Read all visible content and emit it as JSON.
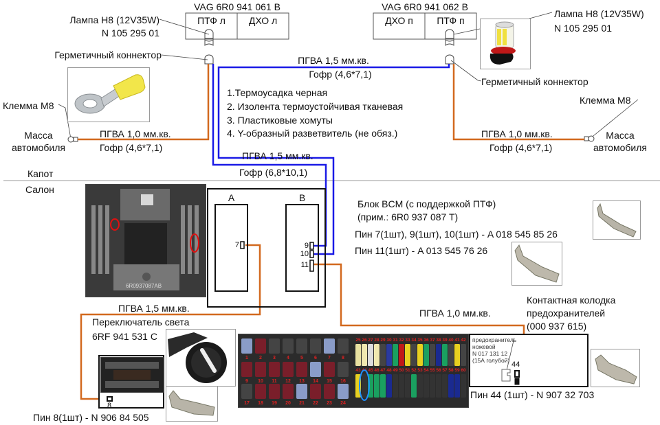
{
  "colors": {
    "wire_power": "#d2691e",
    "wire_signal": "#1a1ae6",
    "divider": "#999999",
    "highlight_red": "#e01010",
    "highlight_blue": "#1e90ff"
  },
  "left_headlight": {
    "part_number": "VAG 6R0 941 061 B",
    "cell_fog": "ПТФ л",
    "cell_drl": "ДХО л",
    "lamp_label": "Лампа H8 (12V35W)",
    "lamp_part": "N 105 295 01",
    "connector_label": "Герметичный коннектор",
    "terminal_label": "Клемма M8",
    "ground_label_1": "Масса",
    "ground_label_2": "автомобиля",
    "ground_wire": "ПГВА 1,0 мм.кв.",
    "ground_conduit": "Гофр (4,6*7,1)"
  },
  "right_headlight": {
    "part_number": "VAG 6R0 941 062 B",
    "cell_drl": "ДХО п",
    "cell_fog": "ПТФ п",
    "lamp_label": "Лампа H8 (12V35W)",
    "lamp_part": "N 105 295 01",
    "connector_label": "Герметичный коннектор",
    "terminal_label": "Клемма M8",
    "ground_label_1": "Масса",
    "ground_label_2": "автомобиля",
    "ground_wire": "ПГВА 1,0 мм.кв.",
    "ground_conduit": "Гофр (4,6*7,1)"
  },
  "cross_wire": {
    "wire": "ПГВА 1,5 мм.кв.",
    "conduit": "Гофр (4,6*7,1)"
  },
  "materials": [
    "1.Термоусадка черная",
    "2. Изолента термоустойчивая тканевая",
    "3. Пластиковые хомуты",
    "4. Y-образный разветвитель (не обяз.)"
  ],
  "trunk_wire": {
    "wire": "ПГВА 1,5 мм.кв.",
    "conduit": "Гофр (6,8*10,1)"
  },
  "zones": {
    "hood": "Капот",
    "cabin": "Салон"
  },
  "bcm": {
    "title": "Блок BCM (с поддержкой ПТФ)",
    "note": "(прим.: 6R0 937 087 T)",
    "pins_a": "Пин 7(1шт), 9(1шт), 10(1шт) - A 018 545 85 26",
    "pins_b": "Пин 11(1шт) - A 013 545 76 26",
    "connector_a": "A",
    "connector_b": "B",
    "pin_7": "7",
    "pin_9": "9",
    "pin_10": "10",
    "pin_11": "11",
    "photo_label": "6R0937087AB"
  },
  "switch_wire": "ПГВА 1,5 мм.кв.",
  "light_switch": {
    "title": "Переключатель света",
    "part": "6RF 941 531 C",
    "pin": "8",
    "pin_info": "Пин 8(1шт) - N 906 84 505"
  },
  "fuse_wire": "ПГВА 1,0 мм.кв.",
  "fuse_block": {
    "title_1": "Контактная колодка",
    "title_2": "предохранителей",
    "title_3": "(000 937 615)",
    "fuse_note_1": "предохранитель",
    "fuse_note_2": "ножевой",
    "fuse_note_3": "N 017 131 12",
    "fuse_note_4": "(15А голубой)",
    "pin": "44",
    "pin_info": "Пин 44 (1шт) - N 907 32 703"
  },
  "fuse_box_photo": {
    "top_row_numbers": [
      "1",
      "2",
      "3",
      "4",
      "5",
      "6",
      "7",
      "8"
    ],
    "mid_row_numbers": [
      "9",
      "10",
      "11",
      "12",
      "13",
      "14",
      "15",
      "16"
    ],
    "bottom_row_numbers": [
      "17",
      "18",
      "19",
      "20",
      "21",
      "22",
      "23",
      "24"
    ],
    "upper_right_numbers": [
      "25",
      "26",
      "27",
      "28",
      "29",
      "30",
      "31",
      "32",
      "33",
      "34",
      "35",
      "36",
      "37",
      "38",
      "39",
      "40",
      "41",
      "42"
    ],
    "lower_right_numbers": [
      "43",
      "44",
      "45",
      "46",
      "47",
      "48",
      "49",
      "50",
      "51",
      "52",
      "53",
      "54",
      "55",
      "56",
      "57",
      "58",
      "59",
      "60"
    ]
  }
}
